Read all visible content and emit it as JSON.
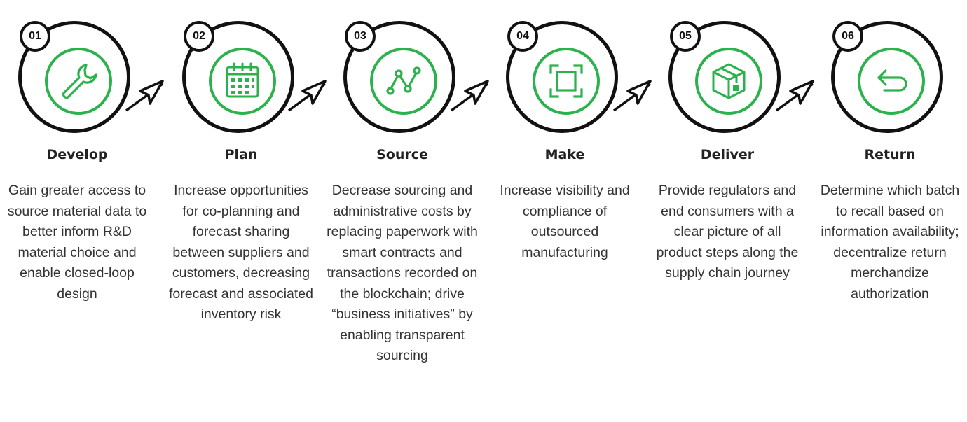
{
  "accent_color": "#2bb24c",
  "steps": [
    {
      "number": "01",
      "icon": "wrench-icon",
      "title": "Develop",
      "desc": "Gain greater access to source material data to better inform R&D material choice and enable closed-loop design"
    },
    {
      "number": "02",
      "icon": "calendar-icon",
      "title": "Plan",
      "desc": "Increase opportunities for co-planning and forecast sharing between suppliers and customers, decreasing forecast and associated inventory risk"
    },
    {
      "number": "03",
      "icon": "line-chart-icon",
      "title": "Source",
      "desc": "Decrease sourcing and administrative costs by replacing paperwork with smart contracts and transactions recorded on the blockchain; drive “business initiatives” by enabling transparent sourcing"
    },
    {
      "number": "04",
      "icon": "focus-frame-icon",
      "title": "Make",
      "desc": "Increase visibility and compliance of outsourced manufacturing"
    },
    {
      "number": "05",
      "icon": "package-box-icon",
      "title": "Deliver",
      "desc": "Provide regulators and end consumers with a clear picture of all product steps along the supply chain journey"
    },
    {
      "number": "06",
      "icon": "return-arrow-icon",
      "title": "Return",
      "desc": "Determine which batch to recall based on information availability; decentralize return merchandize authorization"
    }
  ]
}
